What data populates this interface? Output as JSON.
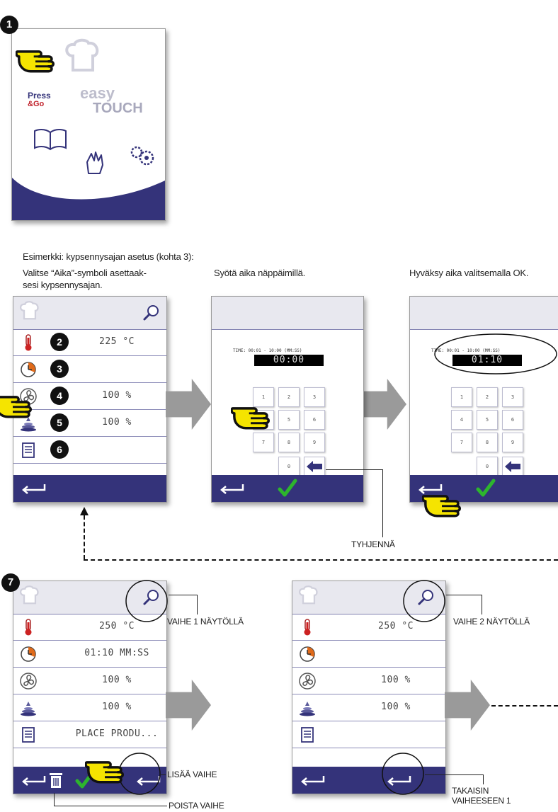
{
  "top_screen": {
    "badge": "1",
    "press_go": [
      "Press",
      "&Go"
    ],
    "easy_touch": [
      "easy",
      "TOUCH"
    ]
  },
  "captions": {
    "example": "Esimerkki: kypsennysajan asetus (kohta 3):",
    "step_a": [
      "Valitse “Aika”-symboli asettaak-",
      "sesi kypsennysajan."
    ],
    "step_b": "Syötä aika näppäimillä.",
    "step_c": "Hyväksy aika valitsemalla OK."
  },
  "screen_params": {
    "rows": [
      {
        "icon": "thermometer-icon",
        "badge": "2",
        "value": "225 °C"
      },
      {
        "icon": "clock-icon",
        "badge": "3",
        "value": ""
      },
      {
        "icon": "fan-icon",
        "badge": "4",
        "value": "100 %"
      },
      {
        "icon": "humidity-icon",
        "badge": "5",
        "value": "100 %"
      },
      {
        "icon": "notes-icon",
        "badge": "6",
        "value": ""
      }
    ]
  },
  "keypad_screen_1": {
    "range": "TIME: 00:01 - 10:00 (MM:SS)",
    "display": "00:00",
    "keys": [
      "1",
      "2",
      "3",
      "4",
      "5",
      "6",
      "7",
      "8",
      "9",
      "0"
    ]
  },
  "keypad_screen_2": {
    "range": "TIME: 00:01 - 10:00 (MM:SS)",
    "display": "01:10",
    "keys": [
      "1",
      "2",
      "3",
      "4",
      "5",
      "6",
      "7",
      "8",
      "9",
      "0"
    ]
  },
  "callouts": {
    "clear": "TYHJENNÄ",
    "step1_shown": "VAIHE 1 NÄYTÖLLÄ",
    "add_step": "LISÄÄ VAIHE",
    "delete_step": "POISTA VAIHE",
    "step2_shown": "VAIHE 2 NÄYTÖLLÄ",
    "back_to_step1": [
      "TAKAISIN",
      "VAIHEESEEN 1"
    ]
  },
  "screen_step1": {
    "badge": "7",
    "rows": [
      {
        "icon": "thermometer-icon",
        "value": "250 °C"
      },
      {
        "icon": "clock-icon",
        "value": "01:10 MM:SS"
      },
      {
        "icon": "fan-icon",
        "value": "100 %"
      },
      {
        "icon": "humidity-icon",
        "value": "100 %"
      },
      {
        "icon": "notes-icon",
        "value": "PLACE PRODU..."
      }
    ]
  },
  "screen_step2": {
    "rows": [
      {
        "icon": "thermometer-icon",
        "value": "250 °C"
      },
      {
        "icon": "clock-icon",
        "value": ""
      },
      {
        "icon": "fan-icon",
        "value": "100 %"
      },
      {
        "icon": "humidity-icon",
        "value": "100 %"
      },
      {
        "icon": "notes-icon",
        "value": ""
      }
    ]
  },
  "colors": {
    "footer": "#34337a",
    "accent_green": "#2db52d",
    "hand_yellow": "#f5e400"
  }
}
